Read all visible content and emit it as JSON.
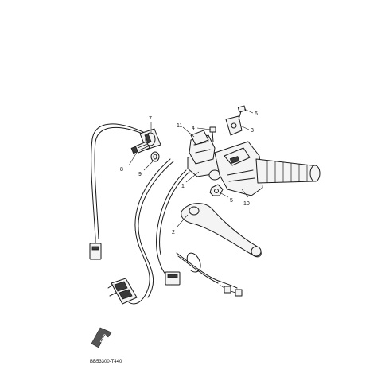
{
  "callouts": {
    "c1": "1",
    "c2": "2",
    "c3": "3",
    "c4": "4",
    "c5": "5",
    "c6": "6",
    "c7": "7",
    "c8": "8",
    "c9": "9",
    "c10": "10",
    "c11": "11"
  },
  "fwd_label": "FWD",
  "diagram_code": "BB53300-T440"
}
